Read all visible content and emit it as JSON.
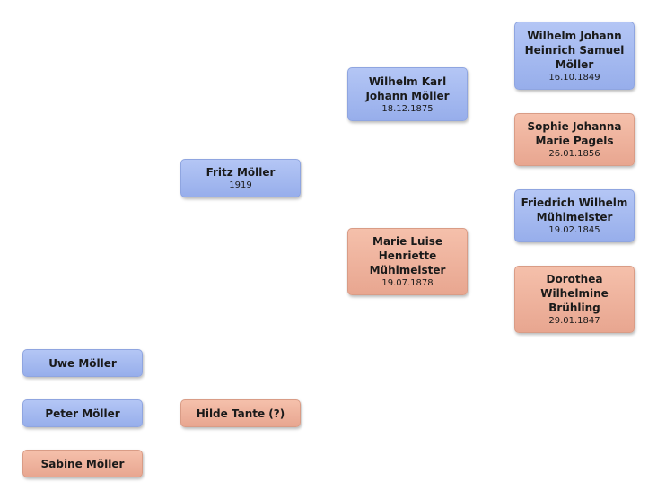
{
  "persons": {
    "wilhelm_johann": {
      "name": "Wilhelm Johann Heinrich Samuel Möller",
      "date": "16.10.1849",
      "gender": "male"
    },
    "sophie": {
      "name": "Sophie Johanna Marie Pagels",
      "date": "26.01.1856",
      "gender": "female"
    },
    "friedrich": {
      "name": "Friedrich Wilhelm Mühlmeister",
      "date": "19.02.1845",
      "gender": "male"
    },
    "dorothea": {
      "name": "Dorothea Wilhelmine Brühling",
      "date": "29.01.1847",
      "gender": "female"
    },
    "wilhelm_karl": {
      "name": "Wilhelm Karl Johann Möller",
      "date": "18.12.1875",
      "gender": "male"
    },
    "marie_luise": {
      "name": "Marie Luise Henriette Mühlmeister",
      "date": "19.07.1878",
      "gender": "female"
    },
    "fritz": {
      "name": "Fritz Möller",
      "date": "1919",
      "gender": "male"
    },
    "hilde": {
      "name": "Hilde Tante (?)",
      "gender": "female"
    },
    "uwe": {
      "name": "Uwe Möller",
      "gender": "male"
    },
    "peter": {
      "name": "Peter Möller",
      "gender": "male"
    },
    "sabine": {
      "name": "Sabine Möller",
      "gender": "female"
    }
  },
  "colors": {
    "male": "#a5b9f0",
    "female": "#eeb39d"
  }
}
